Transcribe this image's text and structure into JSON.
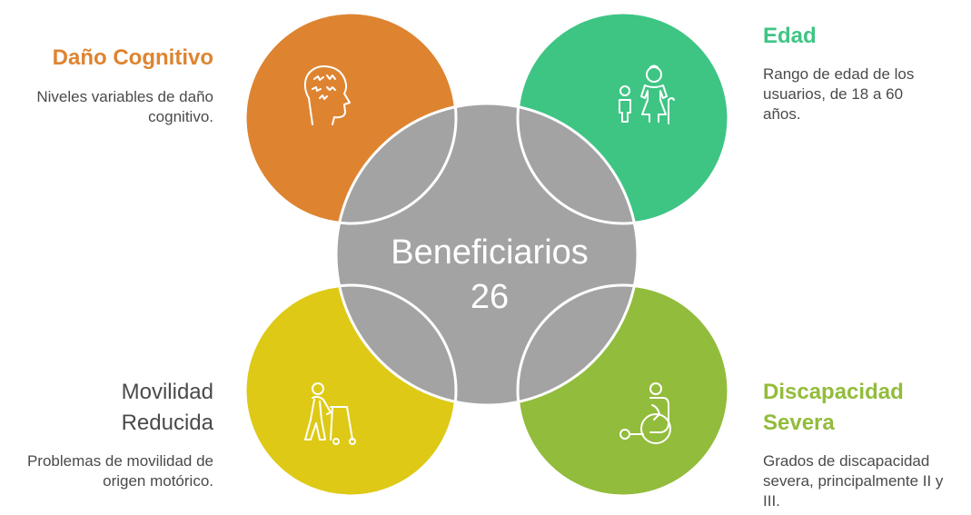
{
  "center": {
    "title": "Beneficiarios",
    "value": "26",
    "color": "#a3a3a3"
  },
  "topics": {
    "cognitive": {
      "title": "Daño Cognitivo",
      "description": "Niveles variables de daño cognitivo.",
      "color": "#de8431",
      "icon": "brain-head-icon"
    },
    "age": {
      "title": "Edad",
      "description": "Rango de edad de los usuarios, de 18 a 60 años.",
      "color": "#3ec584",
      "icon": "child-and-elder-icon"
    },
    "mobility": {
      "title_line1": "Movilidad",
      "title_line2": "Reducida",
      "description": "Problemas de movilidad de origen motórico.",
      "color": "#dec916",
      "icon": "walker-icon"
    },
    "disability": {
      "title_line1": "Discapacidad",
      "title_line2": "Severa",
      "description": "Grados de discapacidad severa, principalmente II y III.",
      "color": "#92bc3b",
      "icon": "wheelchair-icon"
    }
  }
}
